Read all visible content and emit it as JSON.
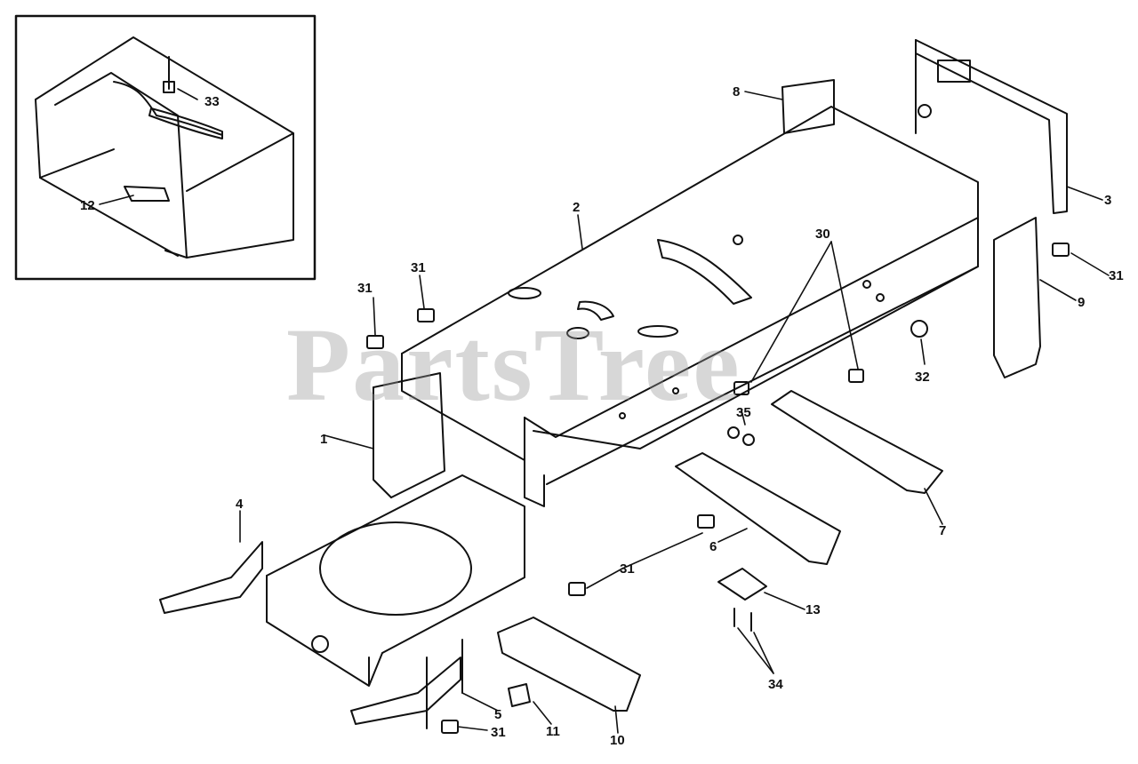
{
  "watermark": "PartsTree",
  "callouts": {
    "c1": "1",
    "c2": "2",
    "c3": "3",
    "c4": "4",
    "c5": "5",
    "c6": "6",
    "c7": "7",
    "c8": "8",
    "c9": "9",
    "c10": "10",
    "c11": "11",
    "c12": "12",
    "c13": "13",
    "c30": "30",
    "c31a": "31",
    "c31b": "31",
    "c31c": "31",
    "c31d": "31",
    "c31e": "31",
    "c32": "32",
    "c33": "33",
    "c34": "34",
    "c35": "35"
  },
  "colors": {
    "line": "#111111",
    "paper": "#ffffff",
    "watermark": "#969696"
  }
}
